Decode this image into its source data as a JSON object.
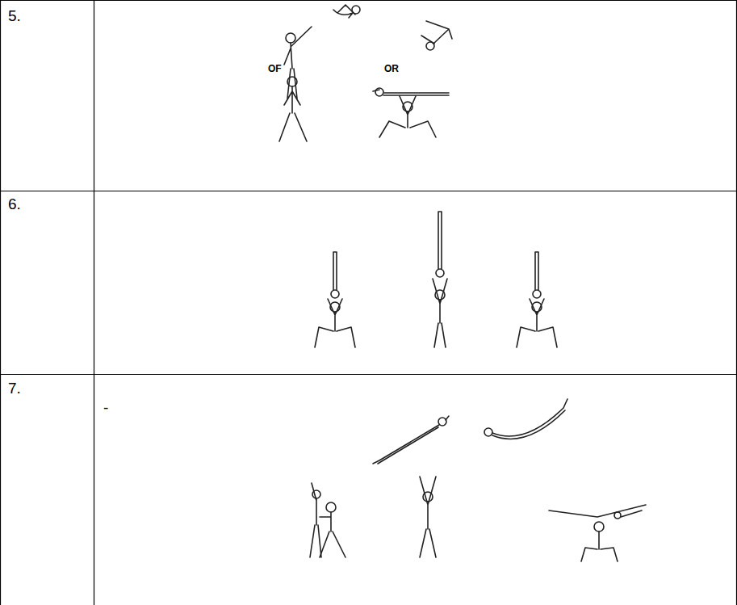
{
  "diagram": {
    "labels": [
      "5.",
      "OF",
      "OR",
      "6.",
      "7.",
      "-"
    ]
  }
}
